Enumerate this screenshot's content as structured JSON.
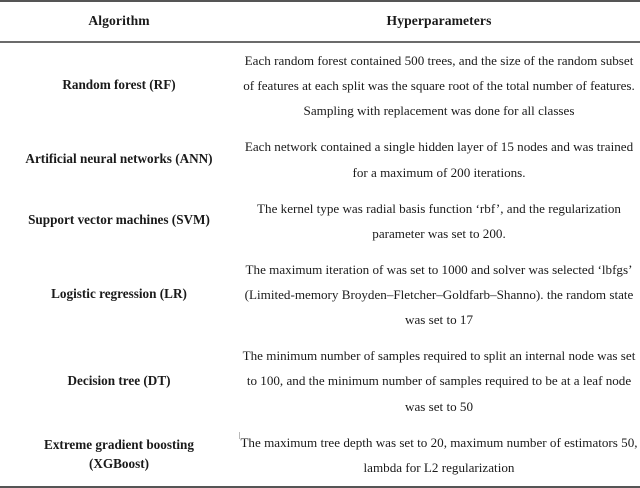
{
  "table": {
    "headers": {
      "algorithm": "Algorithm",
      "hyperparameters": "Hyperparameters"
    },
    "rows": [
      {
        "algorithm": "Random forest (RF)",
        "algorithm_line2": "",
        "hyperparameters": "Each random forest contained 500 trees, and the size of the random subset of features at each split was the square root of the total number of features. Sampling with replacement was done for all classes"
      },
      {
        "algorithm": "Artificial neural networks (ANN)",
        "algorithm_line2": "",
        "hyperparameters": "Each network contained a single hidden layer of 15 nodes and was trained for a maximum of 200 iterations."
      },
      {
        "algorithm": "Support vector machines (SVM)",
        "algorithm_line2": "",
        "hyperparameters": "The kernel type was radial basis function ‘rbf’, and the regularization parameter was set to 200."
      },
      {
        "algorithm": "Logistic regression (LR)",
        "algorithm_line2": "",
        "hyperparameters": "The maximum iteration of was set to 1000 and solver was selected ‘lbfgs’ (Limited-memory Broyden–Fletcher–Goldfarb–Shanno). the random state was set to 17"
      },
      {
        "algorithm": "Decision tree (DT)",
        "algorithm_line2": "",
        "hyperparameters": "The minimum number of samples required to split an internal node was set to 100, and the minimum number of samples required to be at a leaf node was set to 50"
      },
      {
        "algorithm": "Extreme gradient boosting",
        "algorithm_line2": "(XGBoost)",
        "hyperparameters": "The maximum tree depth was set to 20, maximum number of estimators 50, lambda for L2 regularization"
      }
    ]
  },
  "style": {
    "rule_color": "#555555",
    "text_color": "#1a1a1a",
    "background": "#ffffff"
  }
}
